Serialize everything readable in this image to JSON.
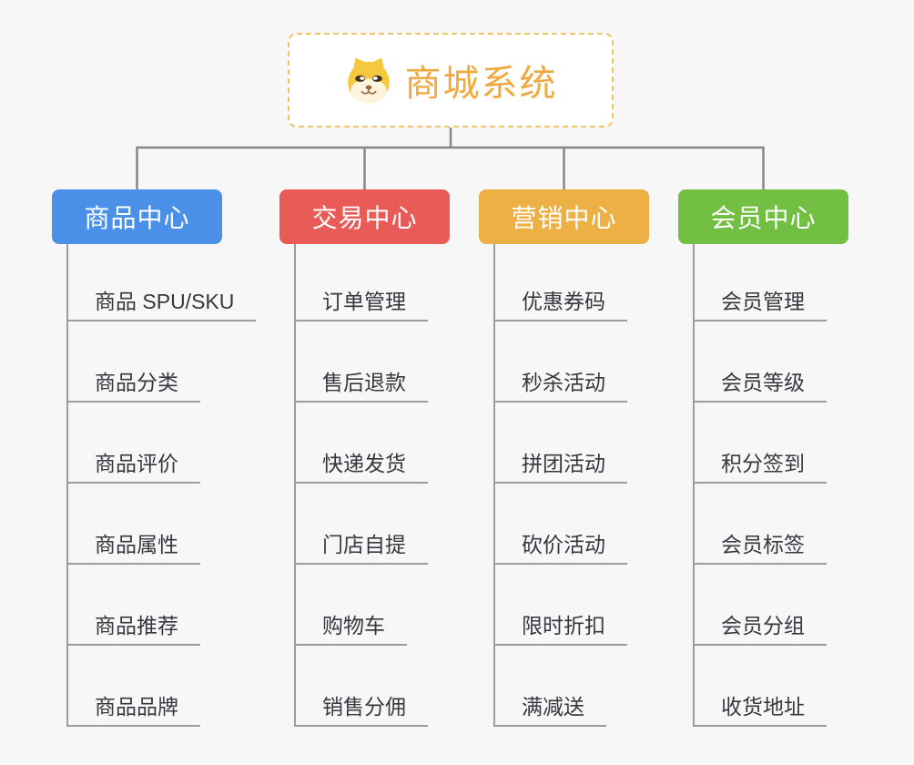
{
  "root": {
    "label": "商城系统",
    "icon": "shiba-dog-icon",
    "text_color": "#efa93e",
    "border_color": "#f2c468",
    "background": "#ffffff"
  },
  "branches": [
    {
      "label": "商品中心",
      "color": "#4a90e8",
      "items": [
        "商品 SPU/SKU",
        "商品分类",
        "商品评价",
        "商品属性",
        "商品推荐",
        "商品品牌"
      ]
    },
    {
      "label": "交易中心",
      "color": "#e95b56",
      "items": [
        "订单管理",
        "售后退款",
        "快递发货",
        "门店自提",
        "购物车",
        "销售分佣"
      ]
    },
    {
      "label": "营销中心",
      "color": "#edb044",
      "items": [
        "优惠券码",
        "秒杀活动",
        "拼团活动",
        "砍价活动",
        "限时折扣",
        "满减送"
      ]
    },
    {
      "label": "会员中心",
      "color": "#72bf44",
      "items": [
        "会员管理",
        "会员等级",
        "积分签到",
        "会员标签",
        "会员分组",
        "收货地址"
      ]
    }
  ],
  "style": {
    "canvas_background": "#f7f7f7",
    "connector_color": "#878787",
    "child_line_color": "#9c9c9c",
    "leaf_text_color": "#35393e",
    "branch_text_color": "#ffffff"
  }
}
